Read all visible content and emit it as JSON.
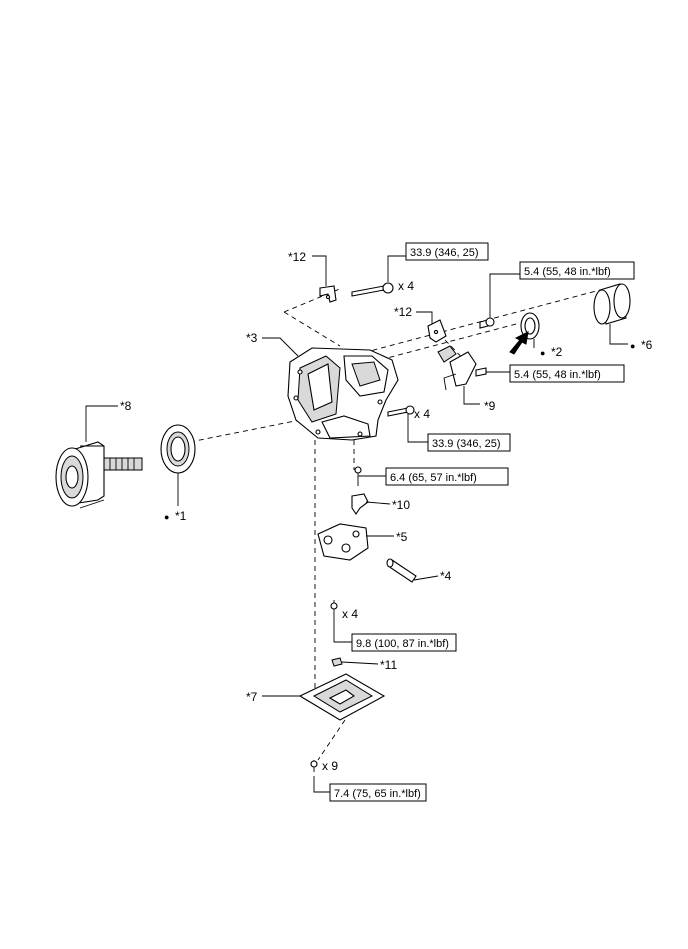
{
  "callouts": {
    "c12a": "*12",
    "c12b": "*12",
    "c3": "*3",
    "c8": "*8",
    "c1": "*1",
    "c2": "*2",
    "c6": "*6",
    "c9": "*9",
    "c10": "*10",
    "c5": "*5",
    "c4": "*4",
    "c11": "*11",
    "c7": "*7"
  },
  "bullet": "●",
  "quantities": {
    "bolt_top": "x 4",
    "bolt_mid": "x 4",
    "valve_bolt": "x 4",
    "pan_bolt": "x 9"
  },
  "torques": {
    "t1": "33.9 (346, 25)",
    "t2": "5.4 (55, 48 in.*lbf)",
    "t3": "5.4 (55, 48 in.*lbf)",
    "t4": "33.9 (346, 25)",
    "t5": "6.4 (65, 57 in.*lbf)",
    "t6": "9.8 (100, 87 in.*lbf)",
    "t7": "7.4 (75, 65 in.*lbf)"
  }
}
